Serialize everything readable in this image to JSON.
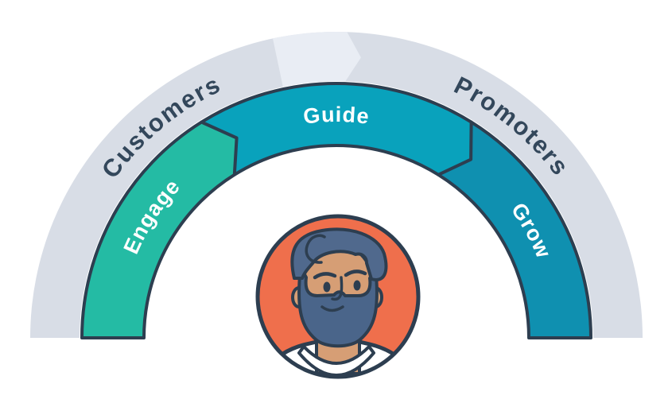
{
  "colors": {
    "background": "#ffffff",
    "ring_band": "#d8dde6",
    "ring_chevron": "#e9edf4",
    "ring_label": "#33475b",
    "segment_label": "#ffffff",
    "outline": "#2d3e50",
    "avatar_bg": "#ef6f4c",
    "hair": "#50698d",
    "beard": "#4a658a",
    "skin": "#d69e75",
    "shirt": "#ffffff"
  },
  "ring": {
    "left_label": "Customers",
    "right_label": "Promoters"
  },
  "segments": [
    {
      "name": "engage",
      "label": "Engage",
      "color": "#24bba4"
    },
    {
      "name": "guide",
      "label": "Guide",
      "color": "#09a2bc"
    },
    {
      "name": "grow",
      "label": "Grow",
      "color": "#0f90b0"
    }
  ],
  "avatar": {
    "icon": "bearded-man-avatar"
  }
}
